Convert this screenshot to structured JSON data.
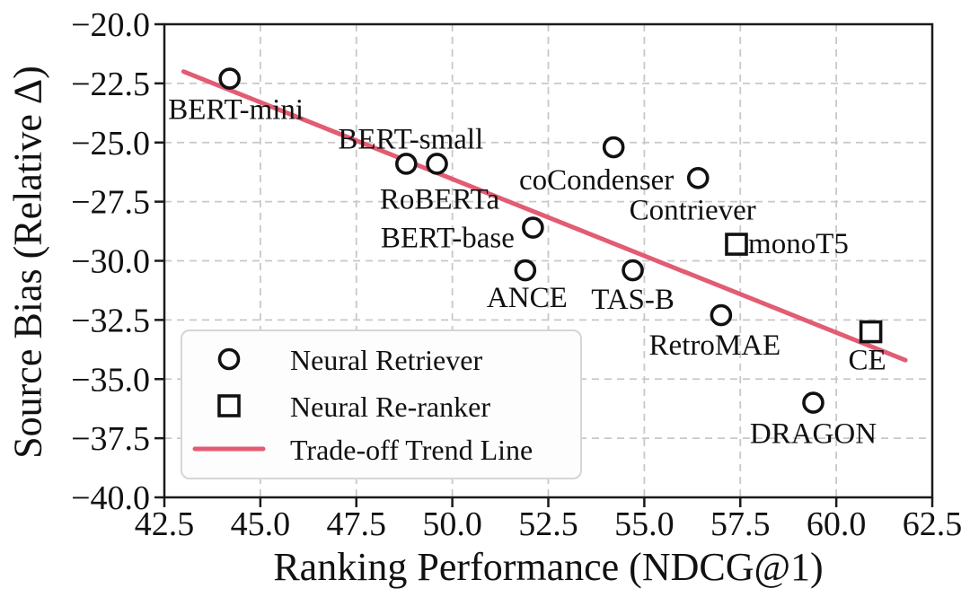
{
  "colors": {
    "trend_line": "#E25C73",
    "marker": "#111111",
    "grid": "#c8c8c8",
    "axis": "#1a1a1a",
    "text": "#111111",
    "legend_border": "#d6d6d6",
    "legend_fill": "#fdfdfd",
    "background": "#ffffff"
  },
  "legend": {
    "items": [
      {
        "marker": "circle",
        "label": "Neural Retriever"
      },
      {
        "marker": "square",
        "label": "Neural Re-ranker"
      },
      {
        "marker": "line",
        "label": "Trade-off Trend Line"
      }
    ]
  },
  "chart_data": {
    "type": "scatter",
    "title": "",
    "xlabel": "Ranking Performance (NDCG@1)",
    "ylabel": "Source Bias (Relative Δ)",
    "xlim": [
      42.5,
      62.5
    ],
    "ylim": [
      -40.0,
      -20.0
    ],
    "x_ticks": [
      42.5,
      45.0,
      47.5,
      50.0,
      52.5,
      55.0,
      57.5,
      60.0,
      62.5
    ],
    "y_ticks": [
      -20.0,
      -22.5,
      -25.0,
      -27.5,
      -30.0,
      -32.5,
      -35.0,
      -37.5,
      -40.0
    ],
    "grid": "dashed",
    "legend_position": "lower-left",
    "series": [
      {
        "name": "Neural Retriever",
        "marker": "circle",
        "points": [
          {
            "label": "BERT-mini",
            "x": 44.2,
            "y": -22.3,
            "label_dx": 7,
            "label_dy": 35
          },
          {
            "label": "BERT-small",
            "x": 48.8,
            "y": -25.9,
            "label_dx": 5,
            "label_dy": -27
          },
          {
            "label": "RoBERTa",
            "x": 49.6,
            "y": -25.9,
            "label_dx": 3,
            "label_dy": 40
          },
          {
            "label": "BERT-base",
            "x": 52.1,
            "y": -28.6,
            "label_dx": -95,
            "label_dy": 12
          },
          {
            "label": "ANCE",
            "x": 51.9,
            "y": -30.4,
            "label_dx": 2,
            "label_dy": 31
          },
          {
            "label": "coCondenser",
            "x": 54.2,
            "y": -25.2,
            "label_dx": -19,
            "label_dy": 37
          },
          {
            "label": "TAS-B",
            "x": 54.7,
            "y": -30.4,
            "label_dx": 0,
            "label_dy": 33
          },
          {
            "label": "Contriever",
            "x": 56.4,
            "y": -26.5,
            "label_dx": -6,
            "label_dy": 36
          },
          {
            "label": "RetroMAE",
            "x": 57.0,
            "y": -32.3,
            "label_dx": -7,
            "label_dy": 34
          },
          {
            "label": "DRAGON",
            "x": 59.4,
            "y": -36.0,
            "label_dx": 0,
            "label_dy": 35
          }
        ]
      },
      {
        "name": "Neural Re-ranker",
        "marker": "square",
        "points": [
          {
            "label": "monoT5",
            "x": 57.4,
            "y": -29.3,
            "label_dx": 69,
            "label_dy": 0
          },
          {
            "label": "CE",
            "x": 60.9,
            "y": -33.0,
            "label_dx": -4,
            "label_dy": 32
          }
        ]
      }
    ],
    "trend_line": {
      "name": "Trade-off Trend Line",
      "x": [
        43.0,
        61.8
      ],
      "y": [
        -22.0,
        -34.2
      ]
    }
  }
}
